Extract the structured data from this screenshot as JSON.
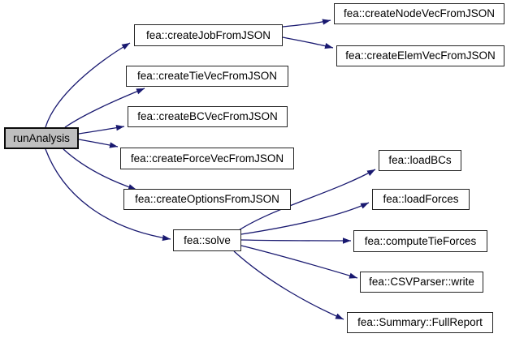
{
  "graph": {
    "type": "call-graph",
    "colors": {
      "edge": "#191970",
      "node_fill": "#ffffff",
      "node_border": "#242424",
      "root_fill": "#bfbfbf",
      "text": "#000000",
      "background": "#ffffff"
    },
    "nodes": [
      {
        "id": "runAnalysis",
        "label": "runAnalysis"
      },
      {
        "id": "createJobFromJSON",
        "label": "fea::createJobFromJSON"
      },
      {
        "id": "createTieVecFromJSON",
        "label": "fea::createTieVecFromJSON"
      },
      {
        "id": "createBCVecFromJSON",
        "label": "fea::createBCVecFromJSON"
      },
      {
        "id": "createForceVecFromJSON",
        "label": "fea::createForceVecFromJSON"
      },
      {
        "id": "createOptionsFromJSON",
        "label": "fea::createOptionsFromJSON"
      },
      {
        "id": "solve",
        "label": "fea::solve"
      },
      {
        "id": "createNodeVecFromJSON",
        "label": "fea::createNodeVecFromJSON"
      },
      {
        "id": "createElemVecFromJSON",
        "label": "fea::createElemVecFromJSON"
      },
      {
        "id": "loadBCs",
        "label": "fea::loadBCs"
      },
      {
        "id": "loadForces",
        "label": "fea::loadForces"
      },
      {
        "id": "computeTieForces",
        "label": "fea::computeTieForces"
      },
      {
        "id": "CSVParser_write",
        "label": "fea::CSVParser::write"
      },
      {
        "id": "Summary_FullReport",
        "label": "fea::Summary::FullReport"
      }
    ],
    "edges": [
      {
        "from": "runAnalysis",
        "to": "createJobFromJSON"
      },
      {
        "from": "runAnalysis",
        "to": "createTieVecFromJSON"
      },
      {
        "from": "runAnalysis",
        "to": "createBCVecFromJSON"
      },
      {
        "from": "runAnalysis",
        "to": "createForceVecFromJSON"
      },
      {
        "from": "runAnalysis",
        "to": "createOptionsFromJSON"
      },
      {
        "from": "runAnalysis",
        "to": "solve"
      },
      {
        "from": "createJobFromJSON",
        "to": "createNodeVecFromJSON"
      },
      {
        "from": "createJobFromJSON",
        "to": "createElemVecFromJSON"
      },
      {
        "from": "solve",
        "to": "loadBCs"
      },
      {
        "from": "solve",
        "to": "loadForces"
      },
      {
        "from": "solve",
        "to": "computeTieForces"
      },
      {
        "from": "solve",
        "to": "CSVParser_write"
      },
      {
        "from": "solve",
        "to": "Summary_FullReport"
      }
    ]
  }
}
